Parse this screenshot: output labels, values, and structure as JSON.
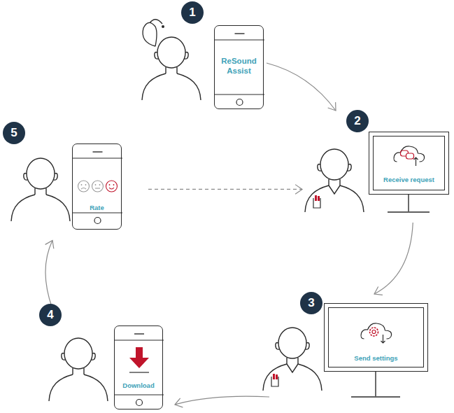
{
  "diagram": {
    "nodes": [
      {
        "text": [
          "ReSound Assist"
        ]
      },
      {
        "text": [
          "Receive request"
        ]
      },
      {
        "text": [
          "Send settings"
        ]
      },
      {
        "text": [
          "Download"
        ]
      },
      {
        "text": [
          "Rate"
        ]
      }
    ],
    "edges": [
      {
        "from": 0,
        "to": 1,
        "arrow": "to"
      },
      {
        "from": 1,
        "to": 2,
        "arrow": "to"
      },
      {
        "from": 2,
        "to": 3,
        "arrow": "to"
      },
      {
        "from": 3,
        "to": 4,
        "arrow": "to"
      },
      {
        "from": 4,
        "to": 1,
        "arrow": "to"
      }
    ],
    "labels": [
      "1",
      "2",
      "3",
      "4",
      "5"
    ]
  }
}
